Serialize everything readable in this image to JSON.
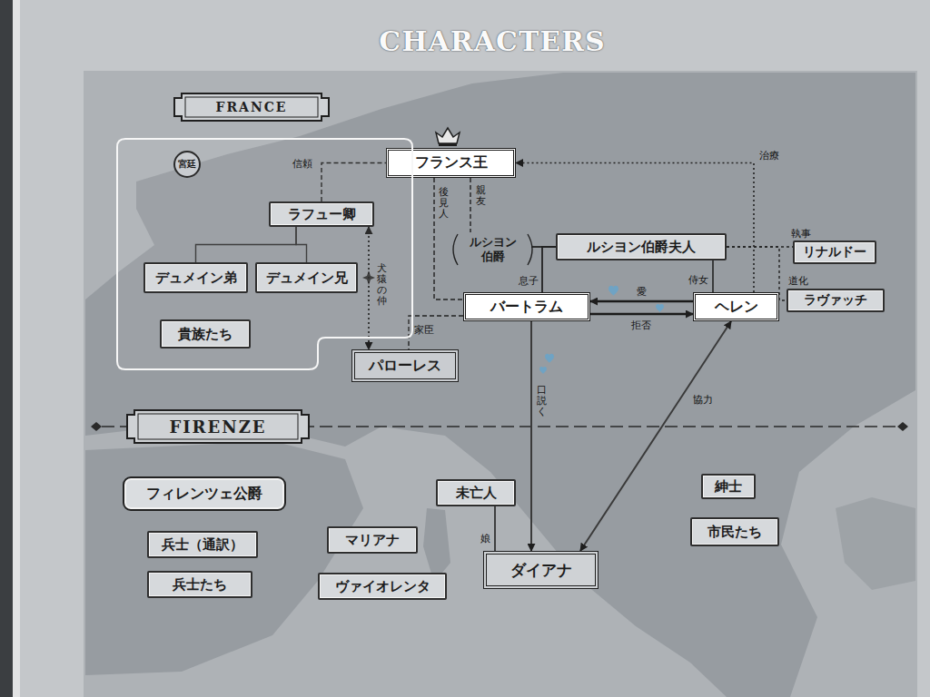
{
  "diagram": {
    "title": "CHARACTERS",
    "nodes": [
      {
        "text": [
          "FRANCE"
        ]
      },
      {
        "text": [
          "フランス王"
        ]
      },
      {
        "text": [
          "宮廷"
        ]
      },
      {
        "text": [
          "ラフュー卿"
        ],
        "in": 2
      },
      {
        "text": [
          "デュメイン弟"
        ],
        "in": 2
      },
      {
        "text": [
          "デュメイン兄"
        ],
        "in": 2
      },
      {
        "text": [
          "貴族たち"
        ],
        "in": 2
      },
      {
        "text": [
          "ルシヨン 伯爵"
        ]
      },
      {
        "text": [
          "ルシヨン伯爵夫人"
        ]
      },
      {
        "text": [
          "リナルドー"
        ]
      },
      {
        "text": [
          "ラヴァッチ"
        ]
      },
      {
        "text": [
          "バートラム"
        ]
      },
      {
        "text": [
          "ヘレン"
        ]
      },
      {
        "text": [
          "パローレス"
        ]
      },
      {
        "text": [
          "FIRENZE"
        ]
      },
      {
        "text": [
          "フィレンツェ公爵"
        ]
      },
      {
        "text": [
          "兵士（通訳）"
        ]
      },
      {
        "text": [
          "兵士たち"
        ]
      },
      {
        "text": [
          "マリアナ"
        ]
      },
      {
        "text": [
          "ヴァイオレンタ"
        ]
      },
      {
        "text": [
          "未亡人"
        ]
      },
      {
        "text": [
          "ダイアナ"
        ]
      },
      {
        "text": [
          "紳士"
        ]
      },
      {
        "text": [
          "市民たち"
        ]
      }
    ],
    "edges": [
      {
        "from": 3,
        "to": 1,
        "label": "信頼",
        "arrow": "none"
      },
      {
        "from": 1,
        "to": 11,
        "label": "後見人",
        "arrow": "none"
      },
      {
        "from": 1,
        "to": 7,
        "label": "親友",
        "arrow": "none"
      },
      {
        "from": 3,
        "to": 4,
        "arrow": "none"
      },
      {
        "from": 3,
        "to": 5,
        "arrow": "none"
      },
      {
        "from": 3,
        "to": 13,
        "label": "犬猿の仲",
        "arrow": "both"
      },
      {
        "from": 7,
        "to": 8,
        "arrow": "none"
      },
      {
        "from": 8,
        "to": 11,
        "label": "息子",
        "arrow": "none"
      },
      {
        "from": 12,
        "to": 1,
        "label": "治療",
        "arrow": "to"
      },
      {
        "from": 8,
        "to": 9,
        "label": "執事",
        "arrow": "none"
      },
      {
        "from": 8,
        "to": 10,
        "label": "道化",
        "arrow": "none"
      },
      {
        "from": 8,
        "to": 12,
        "label": "侍女",
        "arrow": "none"
      },
      {
        "from": 12,
        "to": 11,
        "label": "愛",
        "arrow": "to"
      },
      {
        "from": 11,
        "to": 12,
        "label": "拒否",
        "arrow": "to"
      },
      {
        "from": 11,
        "to": 13,
        "label": "家臣",
        "arrow": "none"
      },
      {
        "from": 11,
        "to": 21,
        "label": "口説く",
        "arrow": "to"
      },
      {
        "from": 12,
        "to": 21,
        "label": "協力",
        "arrow": "both"
      },
      {
        "from": 20,
        "to": 21,
        "label": "娘",
        "arrow": "none"
      }
    ]
  }
}
